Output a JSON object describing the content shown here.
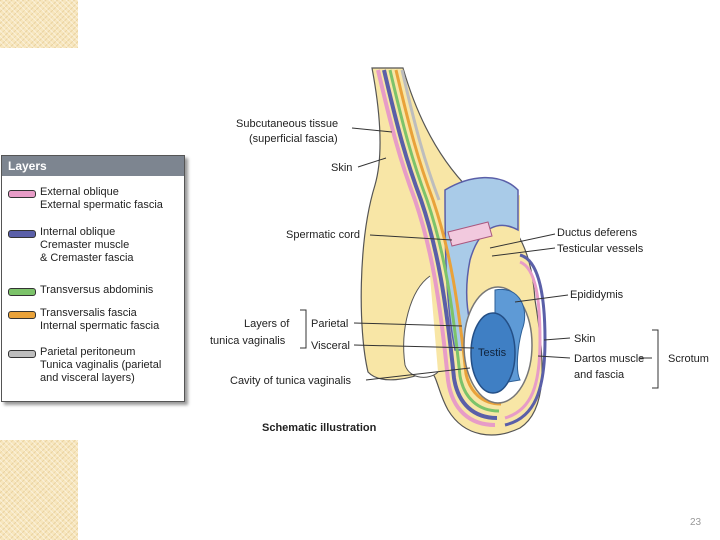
{
  "legend": {
    "title": "Layers",
    "items": [
      {
        "color": "#e79cc7",
        "text": "External oblique\nExternal spermatic fascia"
      },
      {
        "color": "#5a5fa8",
        "text": "Internal oblique\nCremaster muscle\n& Cremaster fascia"
      },
      {
        "color": "#7cc36a",
        "text": "Transversus abdominis"
      },
      {
        "color": "#e9a23a",
        "text": "Transversalis fascia\nInternal spermatic fascia"
      },
      {
        "color": "#bdbdbd",
        "text": "Parietal peritoneum\nTunica vaginalis (parietal\nand visceral layers)"
      }
    ]
  },
  "labels": {
    "subcutaneous_1": "Subcutaneous tissue",
    "subcutaneous_2": "(superficial fascia)",
    "skin_upper": "Skin",
    "spermatic_cord": "Spermatic cord",
    "ductus_deferens": "Ductus deferens",
    "testicular_vessels": "Testicular vessels",
    "epididymis": "Epididymis",
    "layers_of_1": "Layers of",
    "layers_of_2": "tunica vaginalis",
    "parietal": "Parietal",
    "visceral": "Visceral",
    "testis": "Testis",
    "skin_right": "Skin",
    "dartos_1": "Dartos muscle",
    "dartos_2": "and fascia",
    "scrotum": "Scrotum",
    "cavity": "Cavity of tunica vaginalis",
    "caption": "Schematic illustration"
  },
  "slide_number": "23",
  "colors": {
    "superficial_fascia": "#f8e6a6",
    "skin": "#ffffff",
    "external_oblique": "#e79cc7",
    "internal_oblique": "#5a5fa8",
    "transversus": "#7cc36a",
    "transversalis": "#e9a23a",
    "peritoneum": "#bdbdbd",
    "cord_fluid": "#a9cbe8",
    "testis": "#3f7fc4"
  }
}
